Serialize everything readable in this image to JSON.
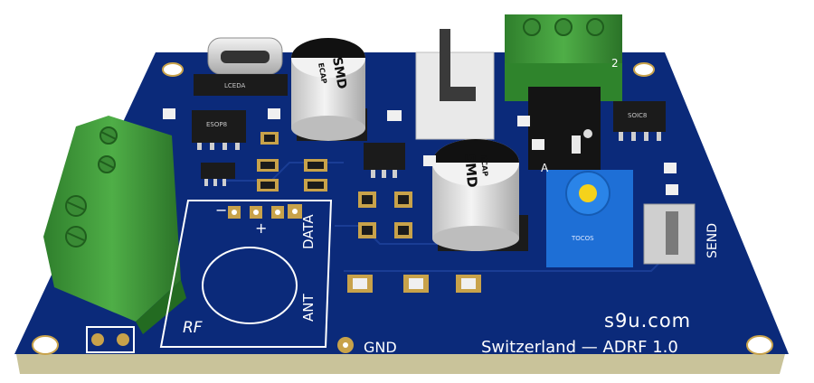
{
  "board": {
    "brand": "s9u.com",
    "footer": "Switzerland — ADRF 1.0",
    "colors": {
      "pcb": "#0b2a7a",
      "pcb_edge": "#c9c39a",
      "terminal": "#3f9a3a",
      "silkscreen": "#ffffff",
      "pad": "#c8a24a",
      "pot": "#1e6fd6"
    }
  },
  "labels": {
    "gnd": "GND",
    "send": "SEND",
    "rf": "RF",
    "ant": "ANT",
    "data": "DATA",
    "minus": "−",
    "plus": "+",
    "pin_a": "A",
    "pin_2": "2"
  },
  "components": {
    "cap_left": {
      "line1": "SMD",
      "line2": "ECAP"
    },
    "cap_right": {
      "line1": "SMD",
      "line2": "ECAP"
    },
    "usb_chip": "LCEDA",
    "ic_left": "ESOP8",
    "ic_right": "SOIC8",
    "pot_label": "TOCOS"
  }
}
